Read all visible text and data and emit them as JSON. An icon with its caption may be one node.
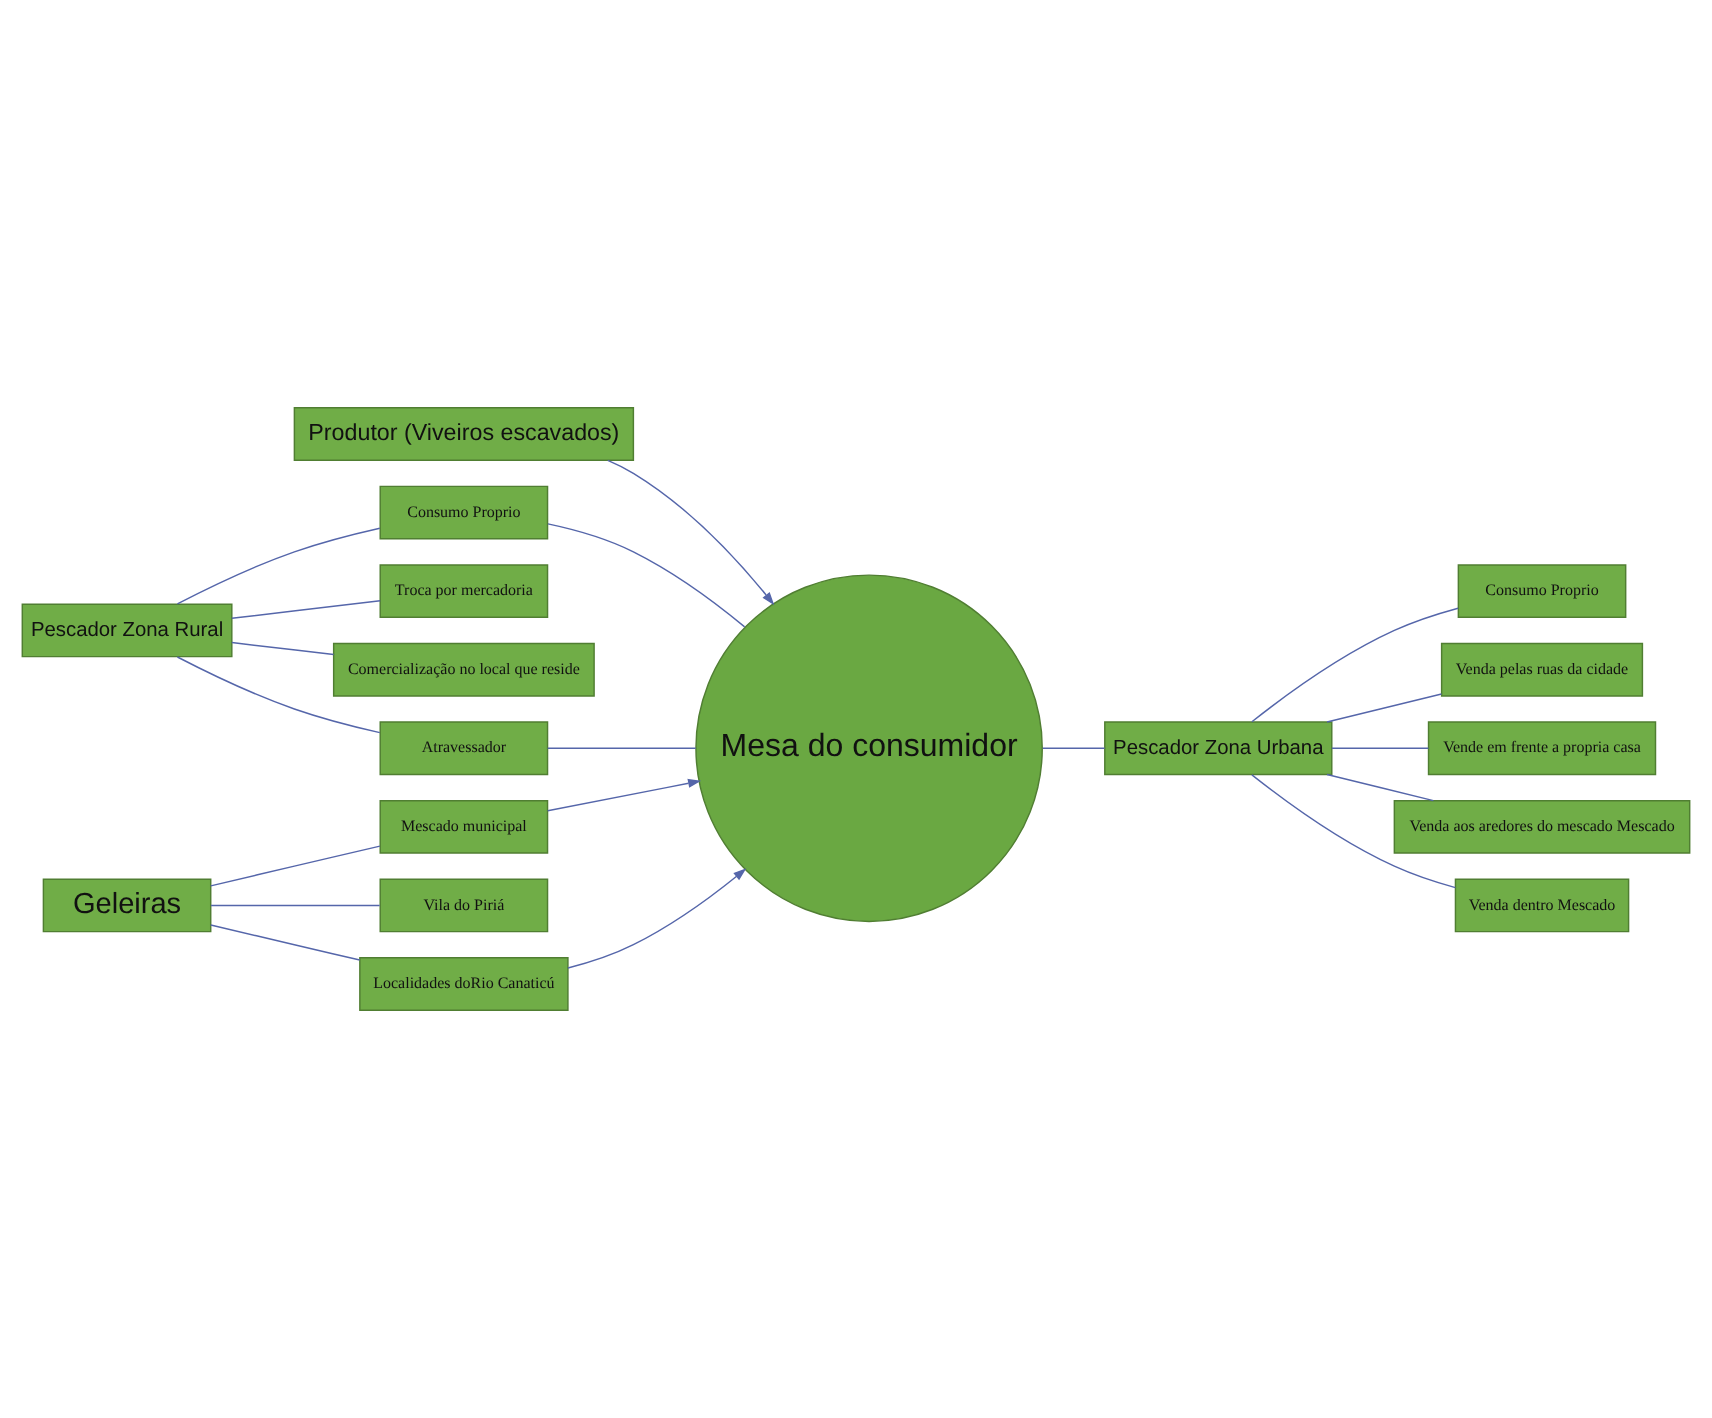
{
  "diagram": {
    "nodes": [
      {
        "text": [
          "Produtor (Viveiros escavados)"
        ]
      },
      {
        "text": [
          "Mesa do consumidor"
        ]
      },
      {
        "text": [
          "Pescador Zona Rural"
        ]
      },
      {
        "text": [
          "Consumo Proprio"
        ]
      },
      {
        "text": [
          "Troca por mercadoria"
        ]
      },
      {
        "text": [
          "Comercialização no local que reside"
        ]
      },
      {
        "text": [
          "Atravessador"
        ]
      },
      {
        "text": [
          "Pescador Zona Urbana"
        ]
      },
      {
        "text": [
          "Consumo Proprio"
        ]
      },
      {
        "text": [
          "Venda pelas ruas da cidade"
        ]
      },
      {
        "text": [
          "Vende em frente a propria casa"
        ]
      },
      {
        "text": [
          "Venda aos aredores do mescado Mescado"
        ]
      },
      {
        "text": [
          "Venda dentro Mescado"
        ]
      },
      {
        "text": [
          "Geleiras"
        ]
      },
      {
        "text": [
          "Mescado municipal"
        ]
      },
      {
        "text": [
          "Vila do Piriá"
        ]
      },
      {
        "text": [
          "Localidades doRio Canaticú"
        ]
      }
    ],
    "edges": [
      {
        "from": 0,
        "to": 1,
        "arrow": "to"
      },
      {
        "from": 2,
        "to": 3,
        "arrow": "none"
      },
      {
        "from": 2,
        "to": 4,
        "arrow": "none"
      },
      {
        "from": 2,
        "to": 5,
        "arrow": "none"
      },
      {
        "from": 2,
        "to": 6,
        "arrow": "none"
      },
      {
        "from": 3,
        "to": 1,
        "arrow": "none"
      },
      {
        "from": 6,
        "to": 1,
        "arrow": "none"
      },
      {
        "from": 7,
        "to": 8,
        "arrow": "none"
      },
      {
        "from": 7,
        "to": 9,
        "arrow": "none"
      },
      {
        "from": 7,
        "to": 10,
        "arrow": "none"
      },
      {
        "from": 7,
        "to": 11,
        "arrow": "none"
      },
      {
        "from": 7,
        "to": 12,
        "arrow": "none"
      },
      {
        "from": 7,
        "to": 1,
        "arrow": "none"
      },
      {
        "from": 13,
        "to": 14,
        "arrow": "none"
      },
      {
        "from": 13,
        "to": 15,
        "arrow": "none"
      },
      {
        "from": 13,
        "to": 16,
        "arrow": "none"
      },
      {
        "from": 14,
        "to": 1,
        "arrow": "to"
      },
      {
        "from": 16,
        "to": 1,
        "arrow": "to"
      }
    ]
  }
}
